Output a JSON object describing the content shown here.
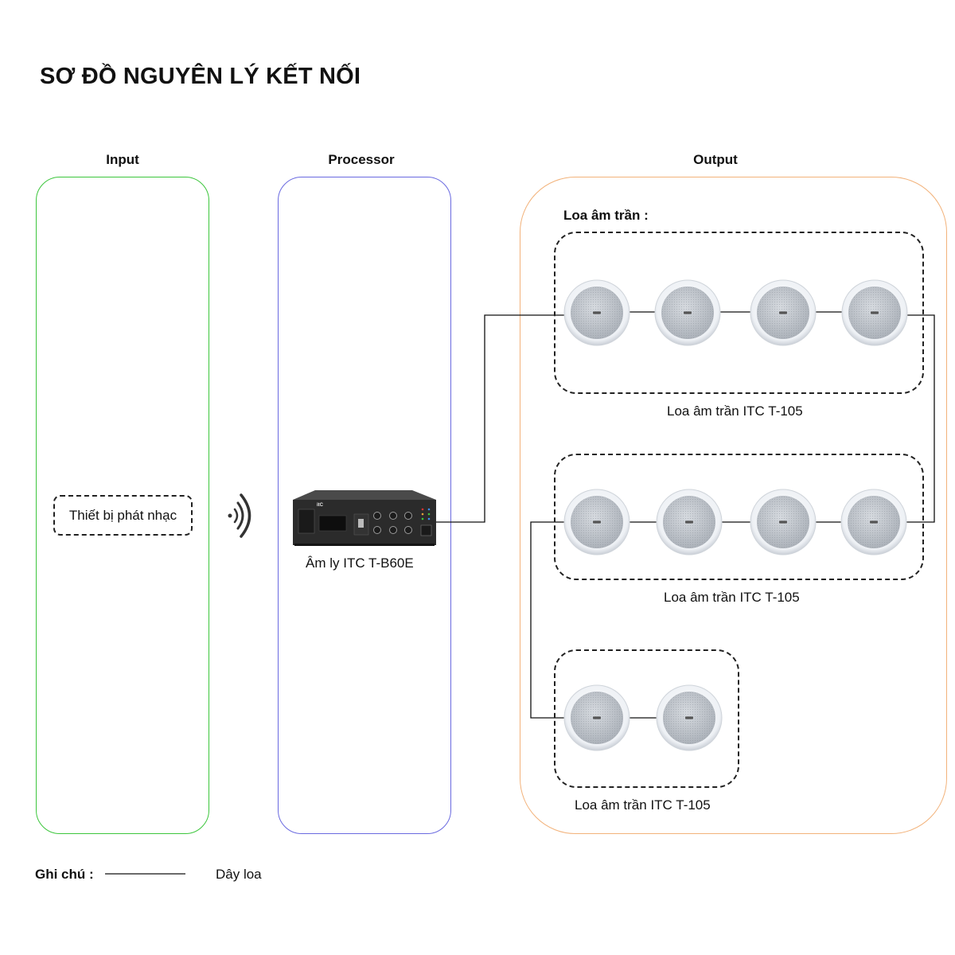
{
  "title": "SƠ ĐỒ NGUYÊN LÝ KẾT NỐI",
  "columns": {
    "input": "Input",
    "processor": "Processor",
    "output": "Output"
  },
  "input": {
    "device_label": "Thiết bị phát nhạc",
    "signal_icon": "wireless-signal-icon"
  },
  "processor": {
    "device_label": "Âm ly ITC T-B60E",
    "device_icon": "amplifier-icon",
    "brand_mark": "itC"
  },
  "output": {
    "section_label": "Loa âm trần :",
    "groups": [
      {
        "label": "Loa âm trần ITC T-105",
        "speaker_count": 4
      },
      {
        "label": "Loa âm trần ITC T-105",
        "speaker_count": 4
      },
      {
        "label": "Loa âm trần ITC T-105",
        "speaker_count": 2
      }
    ]
  },
  "legend": {
    "label": "Ghi chú :",
    "line_label": "Dây loa"
  },
  "colors": {
    "input_border": "#3cc63c",
    "processor_border": "#6a6ae0",
    "output_border": "#f2b27a",
    "wire": "#111111"
  }
}
